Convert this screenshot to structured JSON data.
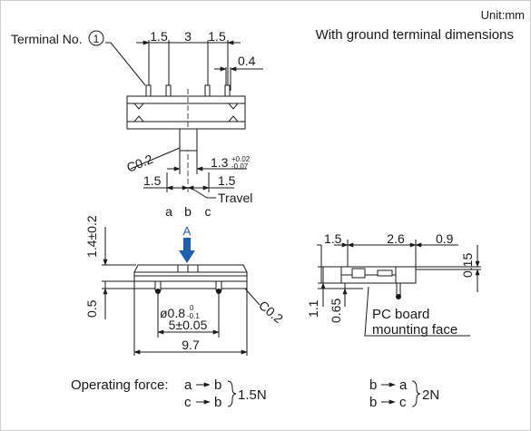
{
  "header": {
    "unit": "Unit:mm",
    "subtitle": "With ground terminal dimensions"
  },
  "top_view": {
    "terminal_label": "Terminal No.",
    "terminal_number": "1",
    "pitch_left": "1.5",
    "pitch_mid": "3",
    "pitch_right": "1.5",
    "pin_width": "0.4",
    "chamfer": "C0.2",
    "knob_width": "1.3",
    "knob_tol_upper": "+0.02",
    "knob_tol_lower": "-0.07",
    "travel_left": "1.5",
    "travel_right": "1.5",
    "travel_label": "Travel",
    "positions": [
      "a",
      "b",
      "c"
    ]
  },
  "front_view": {
    "view_arrow": "A",
    "height_total": "1.4±0.2",
    "base_height": "0.5",
    "hole": "ø0.8",
    "hole_tol_upper": "0",
    "hole_tol_lower": "-0.1",
    "hole_pitch": "5±0.05",
    "width": "9.7",
    "chamfer": "C0.2"
  },
  "side_view": {
    "dim_left": "1.5",
    "dim_mid": "2.6",
    "dim_right": "0.9",
    "dim_top": "0.15",
    "dim_body": "1.1",
    "dim_leg": "0.65",
    "pc_board_line1": "PC board",
    "pc_board_line2": "mounting face"
  },
  "operating_force": {
    "label": "Operating force:",
    "set1": [
      {
        "from": "a",
        "to": "b"
      },
      {
        "from": "c",
        "to": "b"
      }
    ],
    "value1": "1.5N",
    "set2": [
      {
        "from": "b",
        "to": "a"
      },
      {
        "from": "b",
        "to": "c"
      }
    ],
    "value2": "2N"
  },
  "colors": {
    "line": "#1a1a1a",
    "accent": "#1f5fb0",
    "frame": "#cfcfcf"
  }
}
